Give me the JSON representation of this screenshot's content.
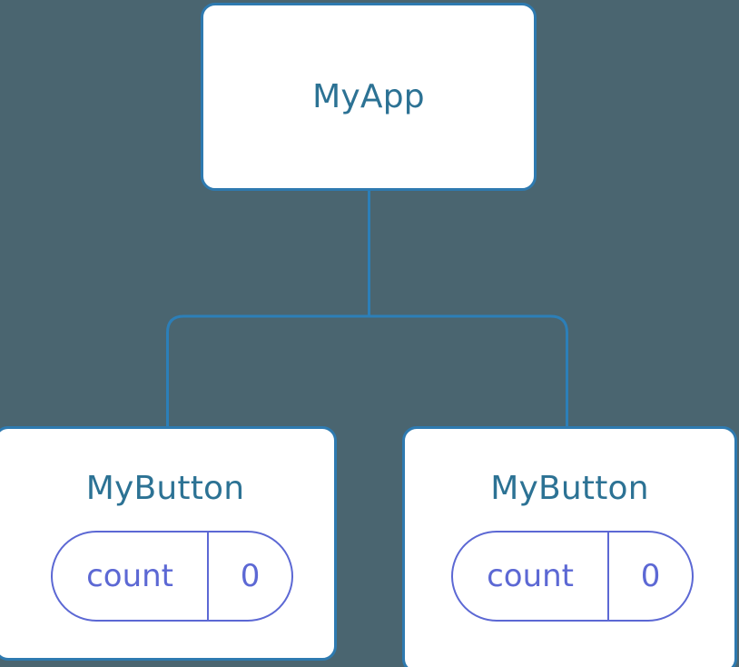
{
  "diagram": {
    "type": "component-tree",
    "background_color": "#4a6570",
    "node_border_color": "#2e7ab0",
    "node_fill_color": "#ffffff",
    "title_color": "#2c7294",
    "pill_color": "#5c68d4",
    "connector_color": "#2c7fb8",
    "root": {
      "title": "MyApp"
    },
    "children": [
      {
        "title": "MyButton",
        "state": {
          "key": "count",
          "value": "0"
        }
      },
      {
        "title": "MyButton",
        "state": {
          "key": "count",
          "value": "0"
        }
      }
    ]
  }
}
